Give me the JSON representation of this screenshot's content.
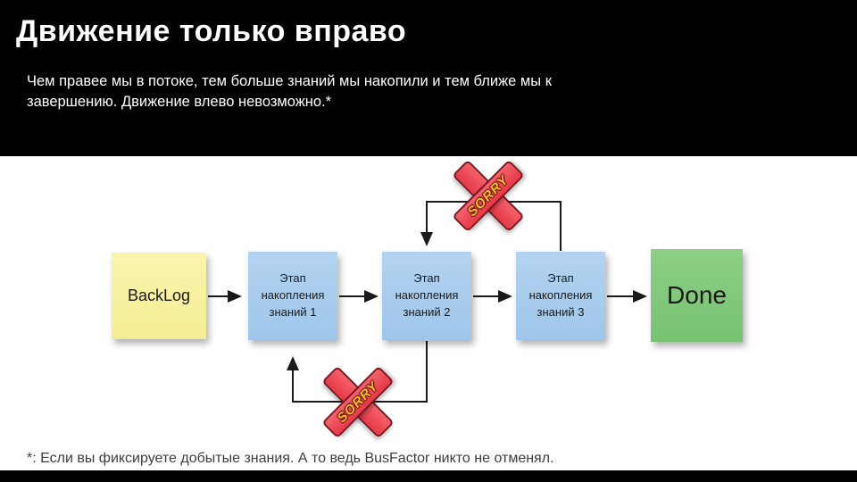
{
  "slide": {
    "title": "Движение только вправо",
    "subtitle": "Чем правее мы в потоке, тем больше знаний мы накопили и тем ближе мы к завершению. Движение влево невозможно.*",
    "footnote": "*: Если вы фиксируете добытые знания. А то ведь BusFactor никто не отменял."
  },
  "diagram": {
    "nodes": [
      {
        "id": "backlog",
        "label": "BackLog",
        "color": "#f7f0a0"
      },
      {
        "id": "stage1",
        "label": "Этап накопления знаний 1",
        "color": "#a9cdee"
      },
      {
        "id": "stage2",
        "label": "Этап накопления знаний 2",
        "color": "#a9cdee"
      },
      {
        "id": "stage3",
        "label": "Этап накопления знаний 3",
        "color": "#a9cdee"
      },
      {
        "id": "done",
        "label": "Done",
        "color": "#80c87c"
      }
    ],
    "stamp_label": "SORRY",
    "colors": {
      "header_background": "#000000",
      "stamp_red": "#e63946",
      "stamp_outline": "#7c1420",
      "stamp_text": "#eebf2a",
      "arrow": "#1a1a1a"
    }
  }
}
